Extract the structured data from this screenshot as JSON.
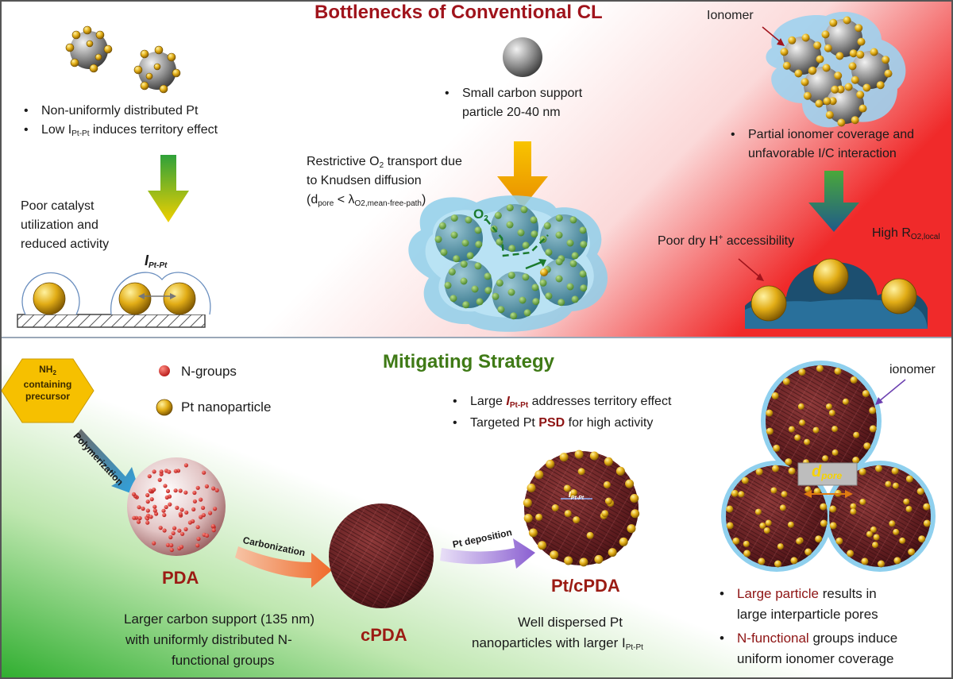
{
  "top": {
    "title": "Bottlenecks of Conventional CL",
    "left_bullets": [
      "Non-uniformly distributed Pt",
      "Low I",
      "Pt-Pt",
      " induces territory effect"
    ],
    "left_result": [
      "Poor catalyst",
      "utilization and",
      "reduced activity"
    ],
    "ipt_label": "I",
    "ipt_sub": "Pt-Pt",
    "mid_bullet": [
      "Small carbon support",
      "particle 20-40 nm"
    ],
    "mid_transport": [
      "Restrictive O",
      "2",
      " transport due",
      "to Knudsen diffusion",
      "(d",
      "pore",
      " < λ",
      "O2,mean-free-path",
      ")"
    ],
    "o2": "O",
    "o2_sub": "2",
    "ionomer": "Ionomer",
    "right_bullet": [
      "Partial ionomer coverage and",
      "unfavorable I/C interaction"
    ],
    "dry_h": "Poor dry H",
    "dry_h_sup": "+",
    "dry_h_tail": " accessibility",
    "high_r": "High R",
    "high_r_sub": "O2,local"
  },
  "bottom": {
    "title": "Mitigating Strategy",
    "hex": [
      "NH",
      "2",
      "containing",
      "precursor"
    ],
    "legend_n": "N-groups",
    "legend_pt": "Pt nanoparticle",
    "polymerization": "Polymerization",
    "carbonization": "Carbonization",
    "pt_deposition": "Pt deposition",
    "pda": "PDA",
    "cpda": "cPDA",
    "ptcpda": "Pt/cPDA",
    "bullets_mid": [
      "Large ",
      "I",
      "Pt-Pt",
      " addresses territory effect",
      "Targeted Pt ",
      "PSD",
      " for high activity"
    ],
    "larger_support": [
      "Larger carbon support (135 nm)",
      "with uniformly distributed N-",
      "functional groups"
    ],
    "well_dispersed": [
      "Well dispersed Pt",
      "nanoparticles with larger I",
      "Pt-Pt"
    ],
    "ionomer": "ionomer",
    "dpore": "d",
    "dpore_sub": "pore",
    "inner_ipt": "I",
    "inner_ipt_sub": "Pt-Pt",
    "right_bullets": [
      "Large particle",
      " results in",
      "large interparticle pores",
      "N-functional",
      " groups induce",
      "uniform ionomer coverage"
    ]
  },
  "colors": {
    "pt_gold": "#d9a514",
    "title_red": "#a0141c",
    "title_green": "#3f7a16",
    "ionomer_blue": "#7fc8ea",
    "carbon_maroon": "#6b1d20"
  }
}
